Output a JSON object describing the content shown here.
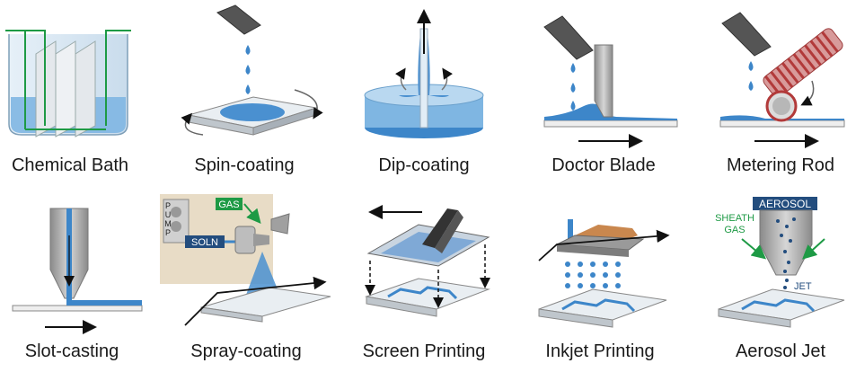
{
  "colors": {
    "liquid": "#4a90d0",
    "liquid_light": "#9cc8ea",
    "liquid_dark": "#1f5fa8",
    "green": "#1e9a45",
    "gray": "#9a9a9a",
    "gray_light": "#d8d8d8",
    "plate": "#eeeeee",
    "navy": "#234d7e",
    "copper": "#c9874e",
    "rod_red": "#b23a3a",
    "tan": "#e8dcc6"
  },
  "cells": [
    {
      "label": "Chemical Bath"
    },
    {
      "label": "Spin-coating"
    },
    {
      "label": "Dip-coating"
    },
    {
      "label": "Doctor Blade"
    },
    {
      "label": "Metering Rod"
    },
    {
      "label": "Slot-casting"
    },
    {
      "label": "Spray-coating",
      "tags": {
        "gas": "GAS",
        "soln": "SOLN",
        "pump": "PUMP"
      }
    },
    {
      "label": "Screen Printing"
    },
    {
      "label": "Inkjet Printing"
    },
    {
      "label": "Aerosol Jet",
      "tags": {
        "aerosol": "AEROSOL",
        "sheath": "SHEATH",
        "gas": "GAS",
        "jet": "JET"
      }
    }
  ]
}
